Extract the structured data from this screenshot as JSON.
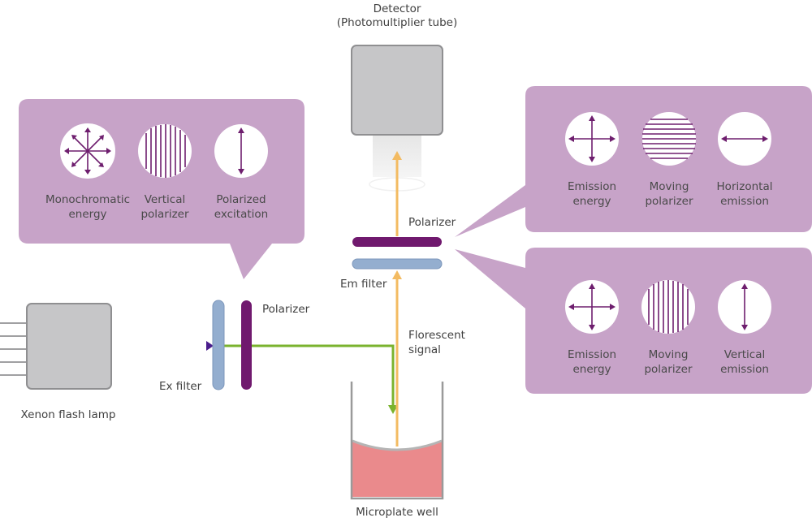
{
  "colors": {
    "bubble": "#c7a3c8",
    "lamp": "#c6c6c8",
    "polarizer": "#70196e",
    "filter": "#94aecf",
    "excitation_beam": "#7ab32e",
    "emission_beam": "#f3bb62",
    "well_liquid": "#ea8a8c",
    "icon_stroke": "#6e1e6e"
  },
  "labels": {
    "detector_line1": "Detector",
    "detector_line2": "(Photomultiplier tube)",
    "lamp": "Xenon flash lamp",
    "ex_filter": "Ex filter",
    "ex_polarizer": "Polarizer",
    "em_polarizer": "Polarizer",
    "em_filter": "Em filter",
    "signal_line1": "Florescent",
    "signal_line2": "signal",
    "well": "Microplate well"
  },
  "excitation_bubble": {
    "items": [
      {
        "icon": "star-arrows-icon",
        "line1": "Monochromatic",
        "line2": "energy"
      },
      {
        "icon": "vertical-lines-icon",
        "line1": "Vertical",
        "line2": "polarizer"
      },
      {
        "icon": "vertical-arrow-icon",
        "line1": "Polarized",
        "line2": "excitation"
      }
    ]
  },
  "emission_bubble_horizontal": {
    "items": [
      {
        "icon": "cross-arrows-icon",
        "line1": "Emission",
        "line2": "energy"
      },
      {
        "icon": "horizontal-lines-icon",
        "line1": "Moving",
        "line2": "polarizer"
      },
      {
        "icon": "horizontal-arrow-icon",
        "line1": "Horizontal",
        "line2": "emission"
      }
    ]
  },
  "emission_bubble_vertical": {
    "items": [
      {
        "icon": "cross-arrows-icon",
        "line1": "Emission",
        "line2": "energy"
      },
      {
        "icon": "vertical-lines-icon",
        "line1": "Moving",
        "line2": "polarizer"
      },
      {
        "icon": "vertical-arrow-icon",
        "line1": "Vertical",
        "line2": "emission"
      }
    ]
  }
}
